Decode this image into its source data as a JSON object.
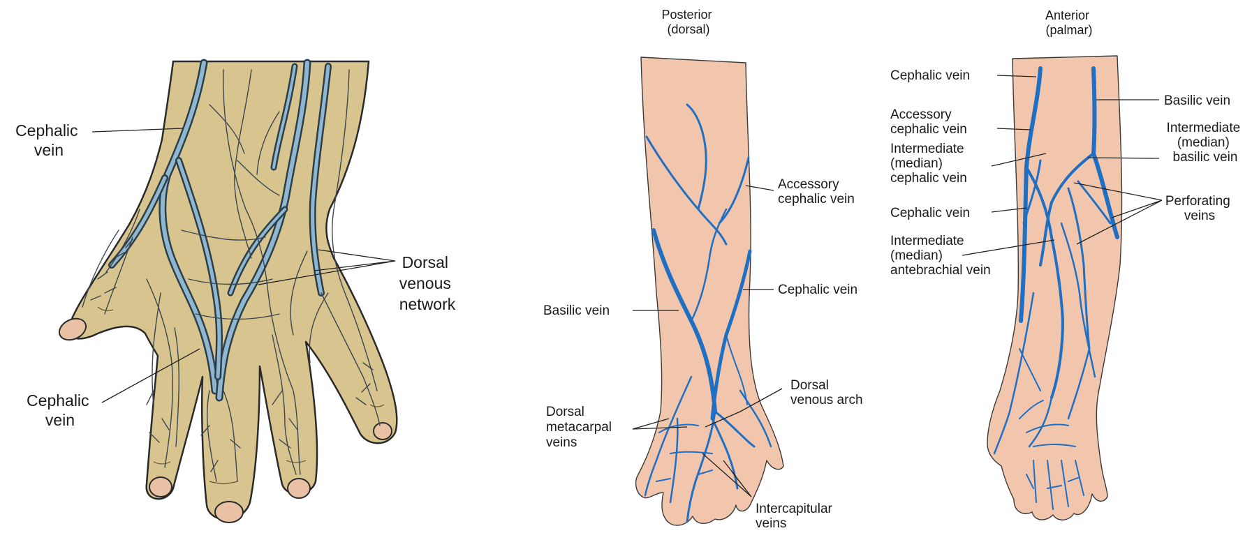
{
  "hand": {
    "labels": {
      "cephalic_top": [
        "Cephalic",
        "vein"
      ],
      "cephalic_bottom": [
        "Cephalic",
        "vein"
      ],
      "dorsal_network": [
        "Dorsal",
        "venous",
        "network"
      ]
    }
  },
  "posterior": {
    "title": [
      "Posterior",
      "(dorsal)"
    ],
    "labels": {
      "accessory_cephalic": [
        "Accessory",
        "cephalic vein"
      ],
      "cephalic": "Cephalic vein",
      "basilic": "Basilic vein",
      "dorsal_venous_arch": [
        "Dorsal",
        "venous arch"
      ],
      "dorsal_metacarpal": [
        "Dorsal",
        "metacarpal",
        "veins"
      ],
      "intercapitular": [
        "Intercapitular",
        "veins"
      ]
    }
  },
  "anterior": {
    "title": [
      "Anterior",
      "(palmar)"
    ],
    "labels": {
      "cephalic_top": "Cephalic vein",
      "accessory_cephalic": [
        "Accessory",
        "cephalic vein"
      ],
      "intermediate_cephalic": [
        "Intermediate",
        "(median)",
        "cephalic vein"
      ],
      "cephalic_mid": "Cephalic vein",
      "intermediate_antebrachial": [
        "Intermediate",
        "(median)",
        "antebrachial vein"
      ],
      "basilic": "Basilic vein",
      "intermediate_basilic": [
        "Intermediate",
        "(median)",
        "basilic vein"
      ],
      "perforating": [
        "Perforating",
        "veins"
      ]
    }
  },
  "colors": {
    "hand_skin": "#d8c48e",
    "hand_vein": "#8fb8d0",
    "arm_skin": "#f2c6ad",
    "arm_vein": "#1f6fc2"
  }
}
